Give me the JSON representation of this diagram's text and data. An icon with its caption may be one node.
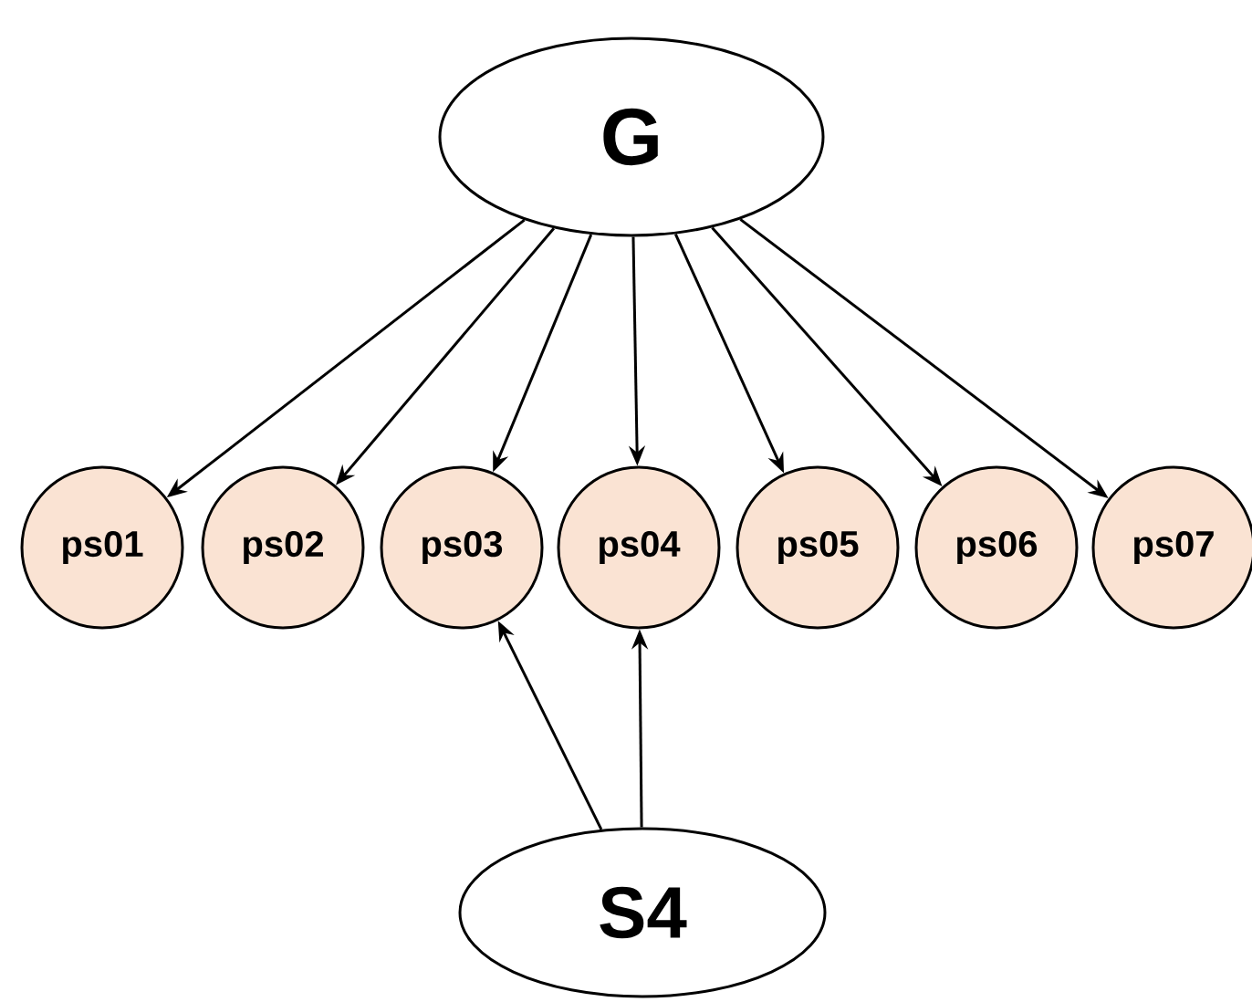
{
  "diagram": {
    "nodes": [
      {
        "text": [
          "G"
        ]
      },
      {
        "text": [
          "ps01"
        ]
      },
      {
        "text": [
          "ps02"
        ]
      },
      {
        "text": [
          "ps03"
        ]
      },
      {
        "text": [
          "ps04"
        ]
      },
      {
        "text": [
          "ps05"
        ]
      },
      {
        "text": [
          "ps06"
        ]
      },
      {
        "text": [
          "ps07"
        ]
      },
      {
        "text": [
          "S4"
        ]
      }
    ],
    "edges": [
      {
        "from": 0,
        "to": 1,
        "arrow": "to"
      },
      {
        "from": 0,
        "to": 2,
        "arrow": "to"
      },
      {
        "from": 0,
        "to": 3,
        "arrow": "to"
      },
      {
        "from": 0,
        "to": 4,
        "arrow": "to"
      },
      {
        "from": 0,
        "to": 5,
        "arrow": "to"
      },
      {
        "from": 0,
        "to": 6,
        "arrow": "to"
      },
      {
        "from": 0,
        "to": 7,
        "arrow": "to"
      },
      {
        "from": 8,
        "to": 3,
        "arrow": "to"
      },
      {
        "from": 8,
        "to": 4,
        "arrow": "to"
      }
    ]
  }
}
